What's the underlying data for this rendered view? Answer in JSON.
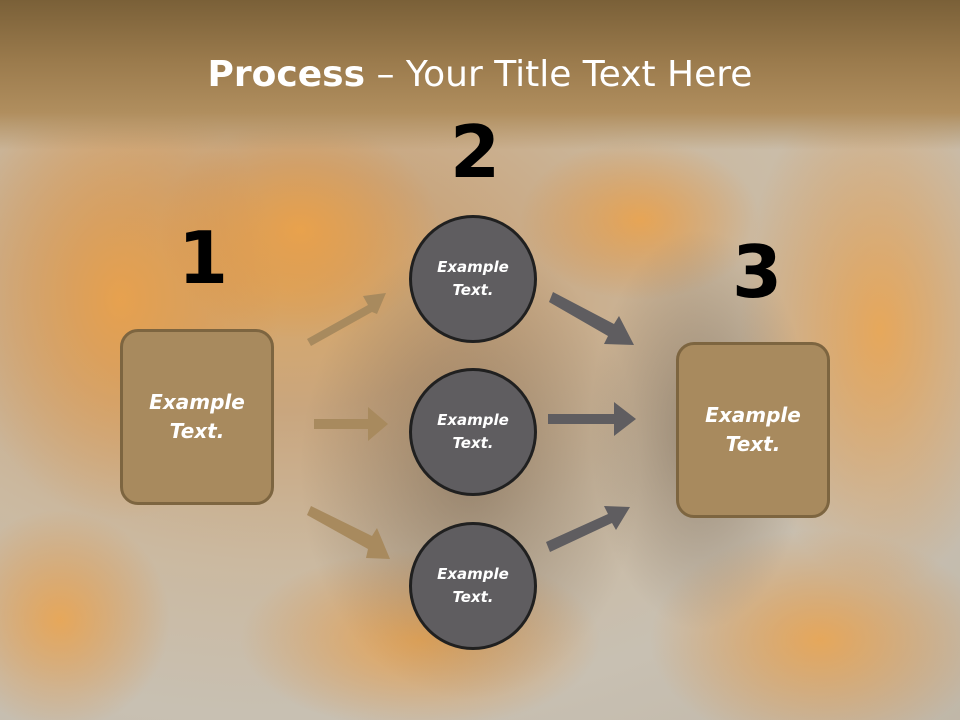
{
  "title": {
    "bold": "Process",
    "rest": " – Your Title Text Here"
  },
  "steps": {
    "one": "1",
    "two": "2",
    "three": "3"
  },
  "left_box": {
    "line1": "Example",
    "line2": "Text."
  },
  "right_box": {
    "line1": "Example",
    "line2": "Text."
  },
  "circles": [
    {
      "line1": "Example",
      "line2": "Text."
    },
    {
      "line1": "Example",
      "line2": "Text."
    },
    {
      "line1": "Example",
      "line2": "Text."
    }
  ],
  "colors": {
    "tan": "#a88a5e",
    "circle_gray": "#5f5d60",
    "arrow_tan": "#a88a5e",
    "arrow_gray": "#5f5d60"
  }
}
